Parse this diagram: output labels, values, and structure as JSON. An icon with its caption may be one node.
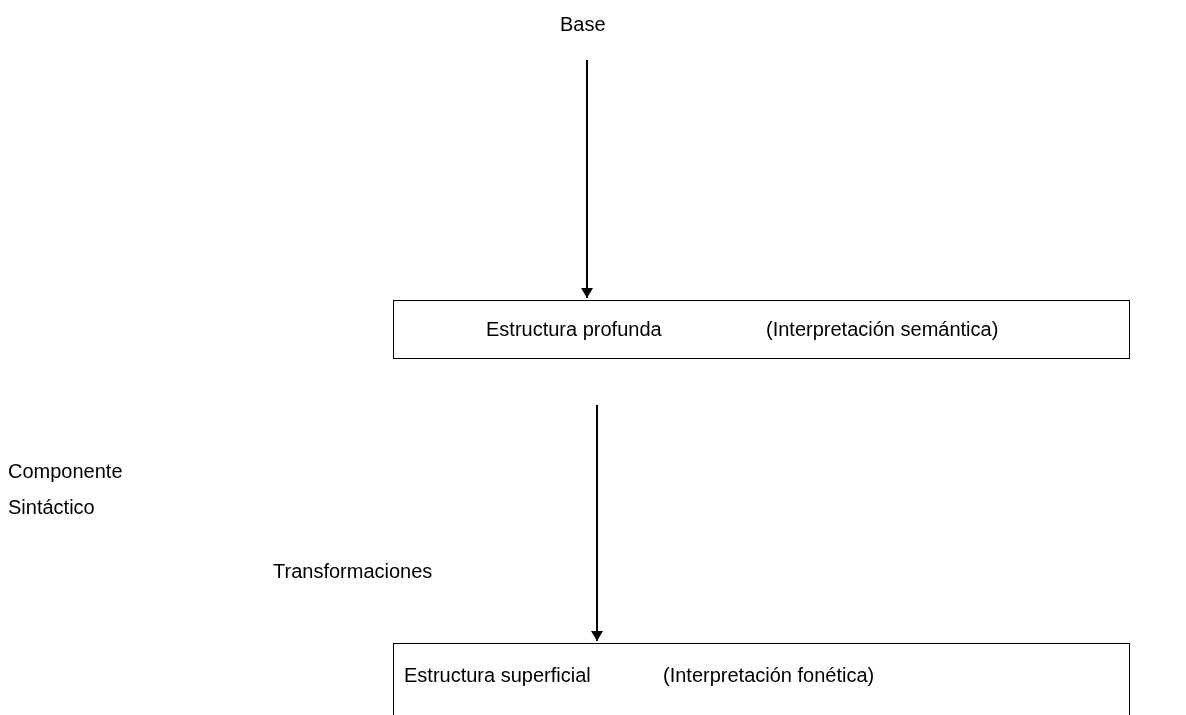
{
  "diagram": {
    "nodes": [
      {
        "text": [
          "Base"
        ]
      },
      {
        "text": [
          "Estructura profunda",
          "(Interpretación semántica)"
        ]
      },
      {
        "text": [
          "Estructura superficial",
          "(Interpretación fonética)"
        ]
      }
    ],
    "edges": [
      {
        "from": 0,
        "to": 1,
        "arrow": "to"
      },
      {
        "from": 1,
        "to": 2,
        "arrow": "to"
      }
    ],
    "labels": [
      "Componente Sintáctico",
      "Transformaciones"
    ]
  }
}
